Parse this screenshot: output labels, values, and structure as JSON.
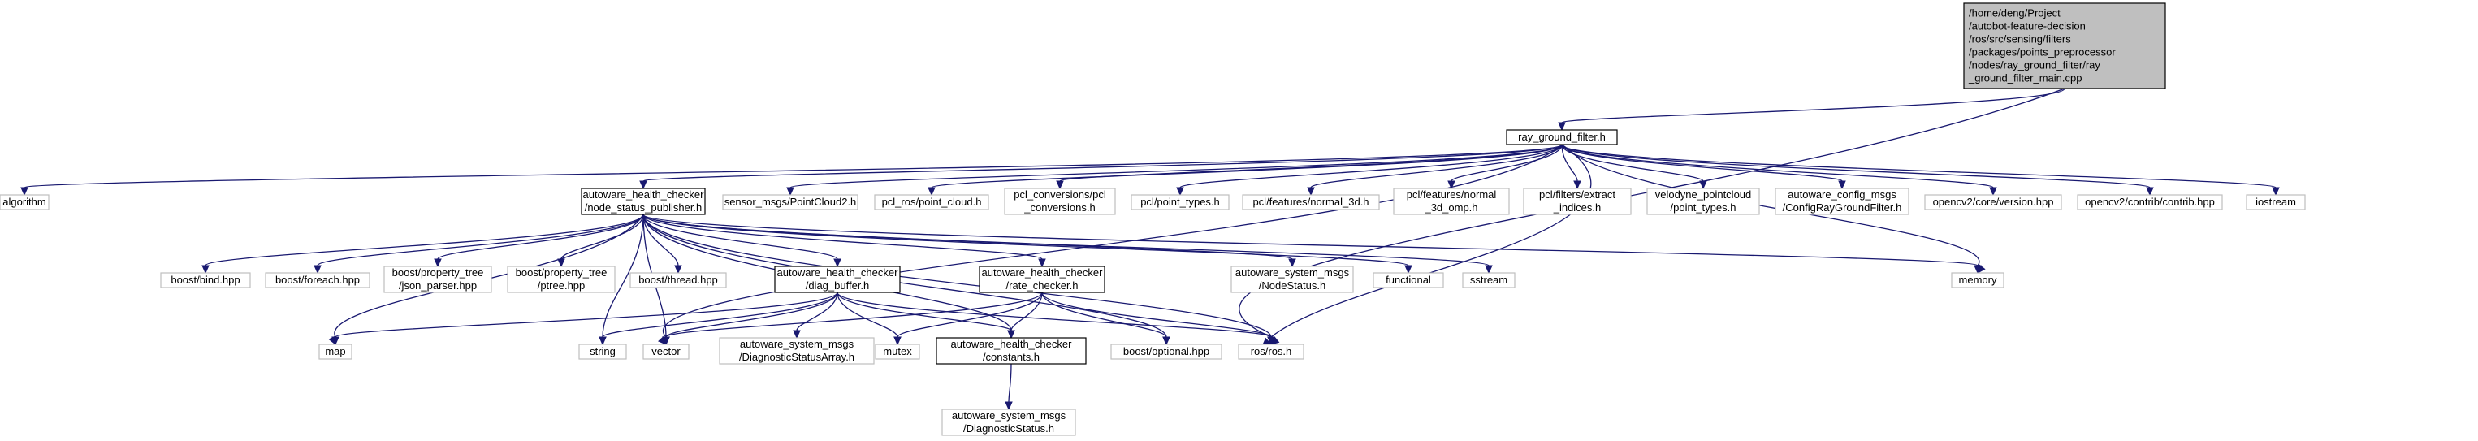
{
  "colors": {
    "root_fill": "#bfbfbf",
    "highlight_stroke": "#000000",
    "ghost_stroke": "#bfbfbf",
    "edge": "#191970"
  },
  "nodes": {
    "root": [
      "/home/deng/Project",
      "/autobot-feature-decision",
      "/ros/src/sensing/filters",
      "/packages/points_preprocessor",
      "/nodes/ray_ground_filter/ray",
      "_ground_filter_main.cpp"
    ],
    "rgf": [
      "ray_ground_filter.h"
    ],
    "algorithm": [
      "algorithm"
    ],
    "nsp": [
      "autoware_health_checker",
      "/node_status_publisher.h"
    ],
    "pc2": [
      "sensor_msgs/PointCloud2.h"
    ],
    "pclros": [
      "pcl_ros/point_cloud.h"
    ],
    "pclconv": [
      "pcl_conversions/pcl",
      "_conversions.h"
    ],
    "pcltypes": [
      "pcl/point_types.h"
    ],
    "normal3d": [
      "pcl/features/normal_3d.h"
    ],
    "normal3domp": [
      "pcl/features/normal",
      "_3d_omp.h"
    ],
    "extract": [
      "pcl/filters/extract",
      "_indices.h"
    ],
    "velodyne": [
      "velodyne_pointcloud",
      "/point_types.h"
    ],
    "config": [
      "autoware_config_msgs",
      "/ConfigRayGroundFilter.h"
    ],
    "cvversion": [
      "opencv2/core/version.hpp"
    ],
    "cvcontrib": [
      "opencv2/contrib/contrib.hpp"
    ],
    "iostream": [
      "iostream"
    ],
    "bind": [
      "boost/bind.hpp"
    ],
    "foreach": [
      "boost/foreach.hpp"
    ],
    "json": [
      "boost/property_tree",
      "/json_parser.hpp"
    ],
    "ptree": [
      "boost/property_tree",
      "/ptree.hpp"
    ],
    "thread": [
      "boost/thread.hpp"
    ],
    "diag": [
      "autoware_health_checker",
      "/diag_buffer.h"
    ],
    "rate": [
      "autoware_health_checker",
      "/rate_checker.h"
    ],
    "nodestatus": [
      "autoware_system_msgs",
      "/NodeStatus.h"
    ],
    "functional": [
      "functional"
    ],
    "sstream": [
      "sstream"
    ],
    "memory": [
      "memory"
    ],
    "map": [
      "map"
    ],
    "string": [
      "string"
    ],
    "vector": [
      "vector"
    ],
    "dsa": [
      "autoware_system_msgs",
      "/DiagnosticStatusArray.h"
    ],
    "mutex": [
      "mutex"
    ],
    "constants": [
      "autoware_health_checker",
      "/constants.h"
    ],
    "optional": [
      "boost/optional.hpp"
    ],
    "ros": [
      "ros/ros.h"
    ],
    "ds": [
      "autoware_system_msgs",
      "/DiagnosticStatus.h"
    ]
  }
}
